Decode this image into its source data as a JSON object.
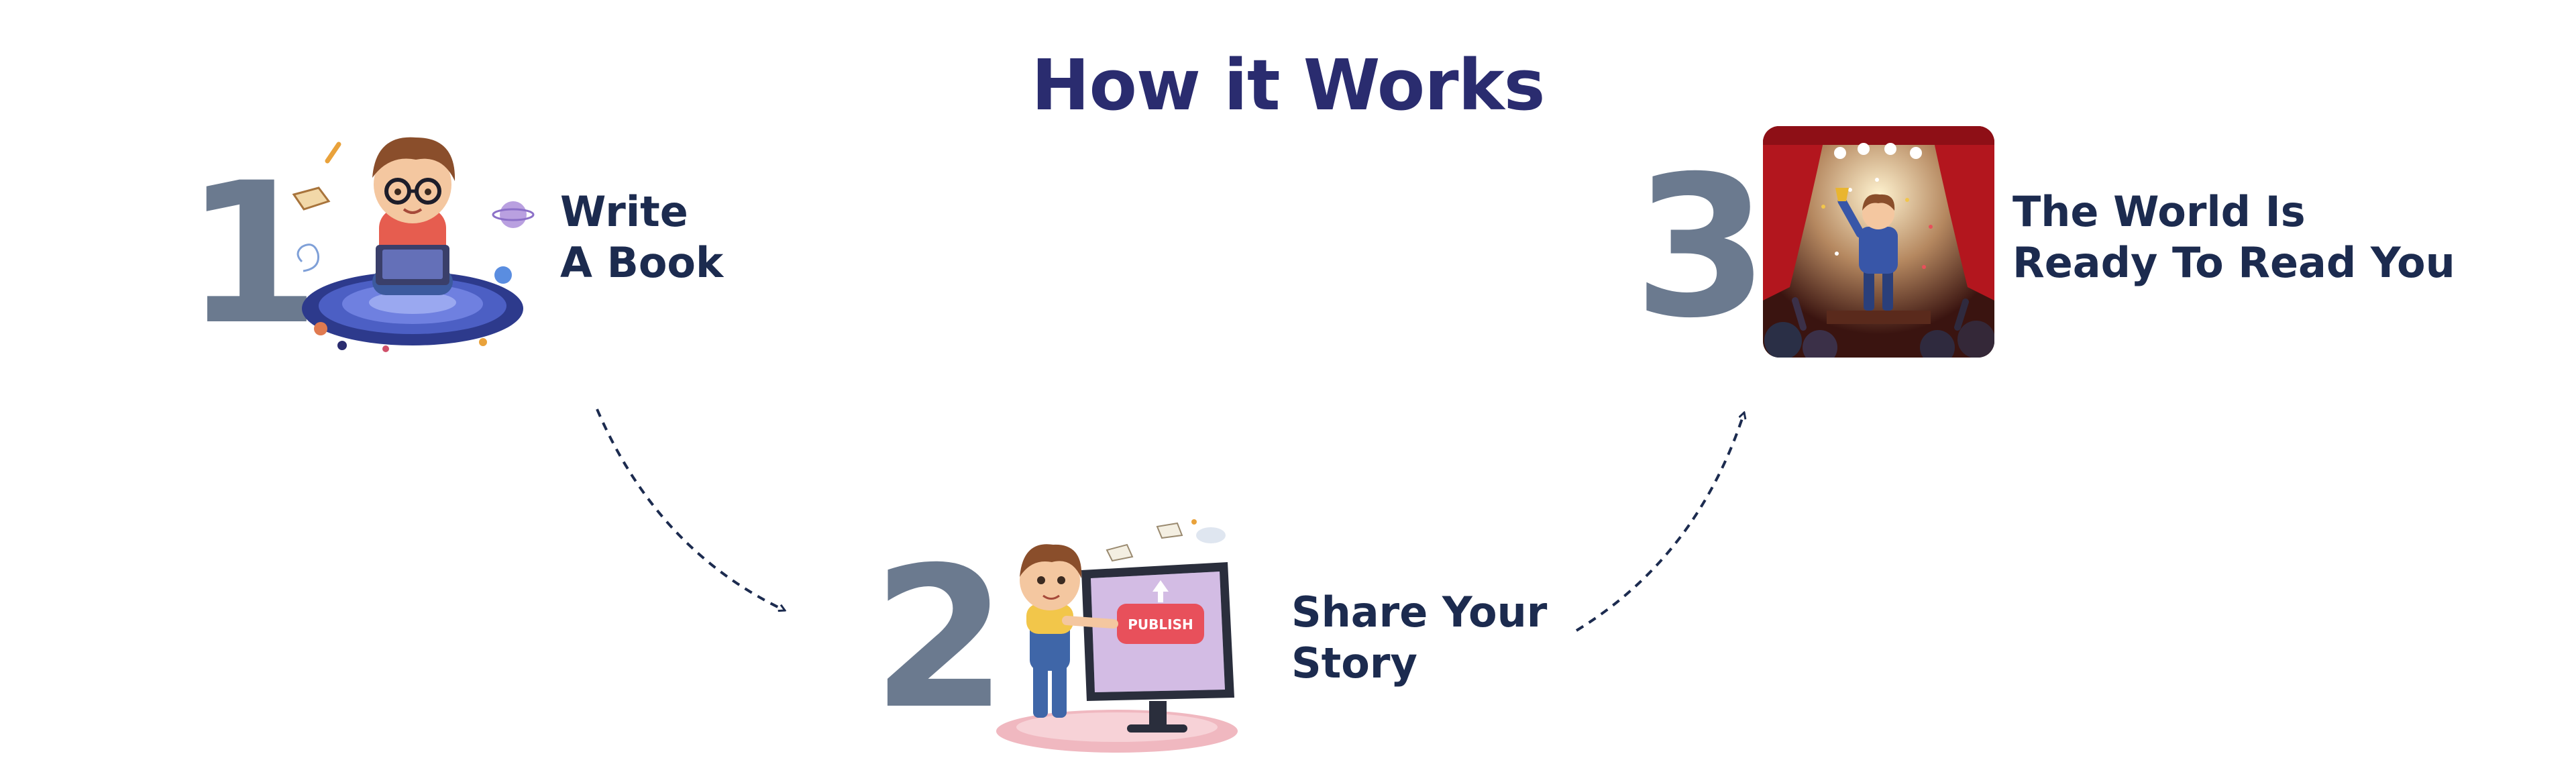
{
  "title": "How it Works",
  "steps": [
    {
      "number": "1",
      "line1": "Write",
      "line2": "A Book",
      "image": "child-writing-on-laptop-illustration"
    },
    {
      "number": "2",
      "line1": "Share Your",
      "line2": "Story",
      "image": "child-publishing-on-monitor-illustration",
      "button_text": "PUBLISH"
    },
    {
      "number": "3",
      "line1": "The World Is",
      "line2": "Ready To Read You",
      "image": "child-on-stage-with-trophy-illustration"
    }
  ],
  "colors": {
    "title": "#2a2c6f",
    "number": "#6b7a8f",
    "label": "#1c2b4f",
    "arrow": "#1c2b4f"
  }
}
